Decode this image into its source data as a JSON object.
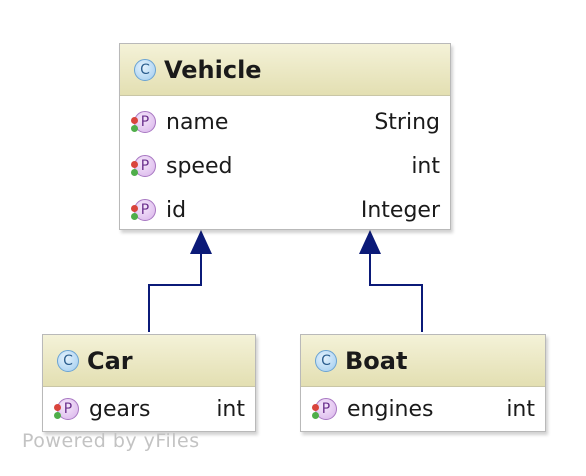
{
  "classes": {
    "vehicle": {
      "badge": "C",
      "name": "Vehicle",
      "fields": [
        {
          "badge": "P",
          "name": "name",
          "type": "String"
        },
        {
          "badge": "P",
          "name": "speed",
          "type": "int"
        },
        {
          "badge": "P",
          "name": "id",
          "type": "Integer"
        }
      ]
    },
    "car": {
      "badge": "C",
      "name": "Car",
      "fields": [
        {
          "badge": "P",
          "name": "gears",
          "type": "int"
        }
      ]
    },
    "boat": {
      "badge": "C",
      "name": "Boat",
      "fields": [
        {
          "badge": "P",
          "name": "engines",
          "type": "int"
        }
      ]
    }
  },
  "relations": [
    {
      "from": "Car",
      "to": "Vehicle",
      "kind": "inheritance"
    },
    {
      "from": "Boat",
      "to": "Vehicle",
      "kind": "inheritance"
    }
  ],
  "colors": {
    "edge": "#0b1a78",
    "header": "#e8e4bf",
    "class_badge": "#9fcbee",
    "property_badge": "#d8b3ea",
    "watermark": "#c3c3c3"
  },
  "icons": {
    "class_badge": "class-icon",
    "property_badge": "property-icon"
  },
  "watermark": "Powered by yFiles"
}
